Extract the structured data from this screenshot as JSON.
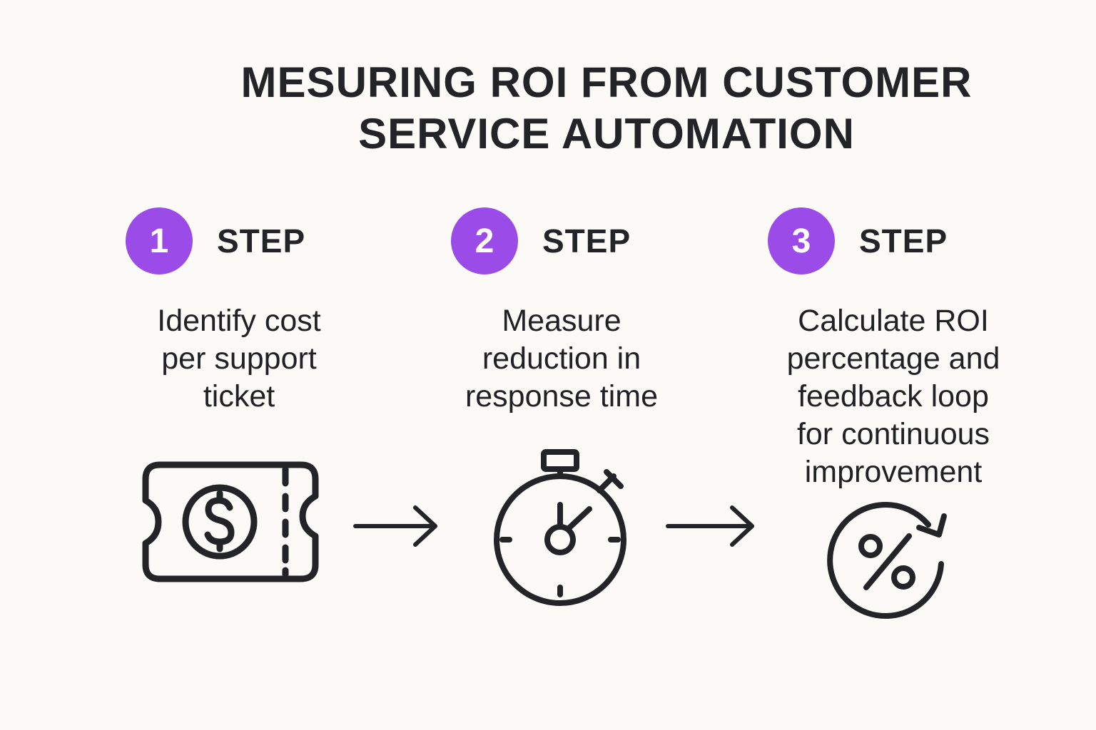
{
  "title": {
    "line1": "MESURING ROI FROM CUSTOMER",
    "line2": "SERVICE AUTOMATION"
  },
  "steps": [
    {
      "number": "1",
      "label": "STEP",
      "description": [
        "Identify cost",
        "per support",
        "ticket"
      ],
      "icon": "ticket-dollar-icon"
    },
    {
      "number": "2",
      "label": "STEP",
      "description": [
        "Measure",
        "reduction in",
        "response time"
      ],
      "icon": "stopwatch-icon"
    },
    {
      "number": "3",
      "label": "STEP",
      "description": [
        "Calculate ROI",
        "percentage and",
        "feedback loop",
        "for continuous",
        "improvement"
      ],
      "icon": "percent-cycle-icon"
    }
  ],
  "connectors": [
    "arrow-right-icon",
    "arrow-right-icon"
  ],
  "colors": {
    "background": "#fbfaf6",
    "accent": "#9b4ce8",
    "text": "#1f2124",
    "icon_stroke": "#222428"
  }
}
